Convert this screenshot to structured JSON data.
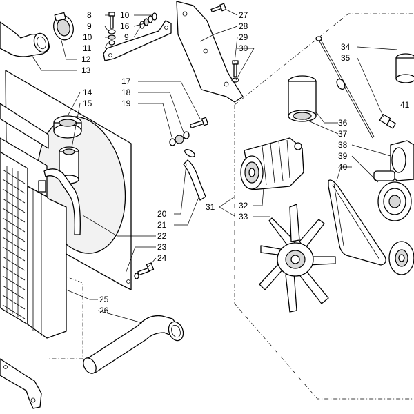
{
  "callouts": {
    "c8": "8",
    "c9a": "9",
    "c10a": "10",
    "c11": "11",
    "c12": "12",
    "c13": "13",
    "c10b": "10",
    "c16": "16",
    "c9b": "9",
    "c27": "27",
    "c28": "28",
    "c29": "29",
    "c30": "30",
    "c34": "34",
    "c35": "35",
    "c41": "41",
    "c14": "14",
    "c15": "15",
    "c17": "17",
    "c18": "18",
    "c19": "19",
    "c36": "36",
    "c37": "37",
    "c38": "38",
    "c39": "39",
    "c40": "40",
    "c31": "31",
    "c32": "32",
    "c33": "33",
    "c20": "20",
    "c21": "21",
    "c22": "22",
    "c23": "23",
    "c24": "24",
    "c25": "25",
    "c26": "26"
  }
}
